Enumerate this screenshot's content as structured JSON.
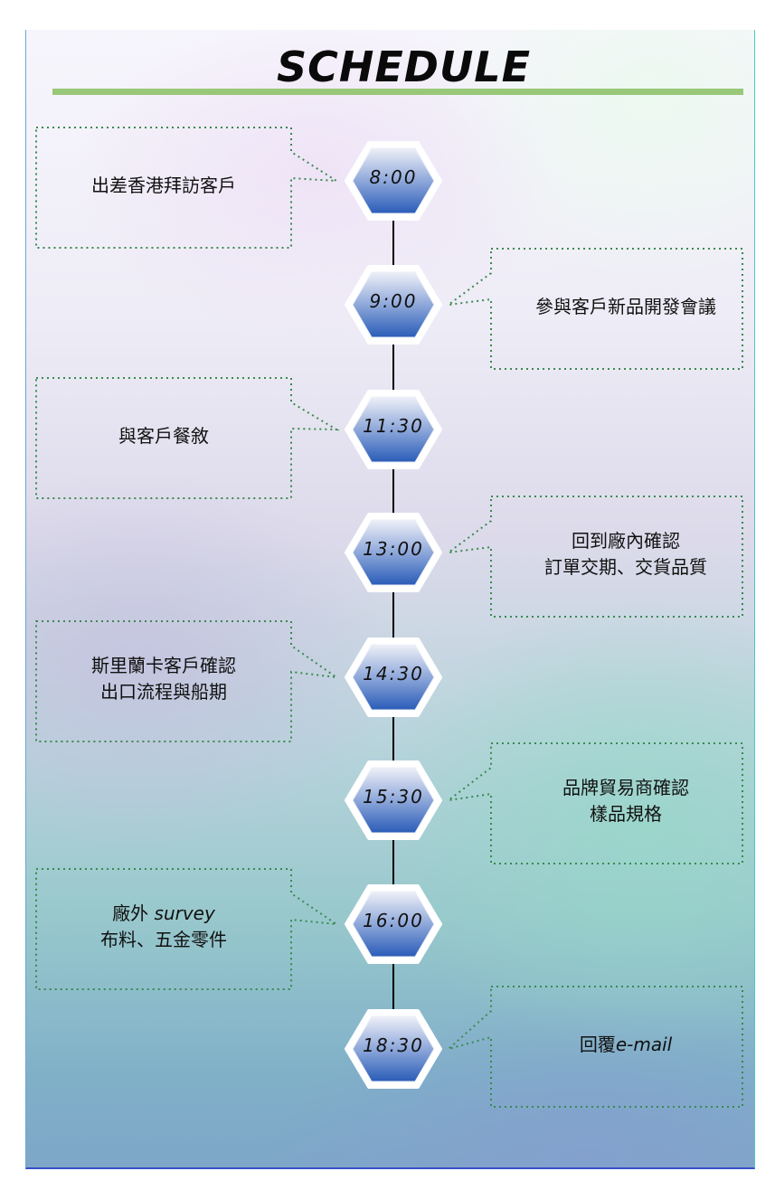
{
  "title": "SCHEDULE",
  "colors": {
    "accent_bar": "#98c878",
    "callout_border": "#3a8a50",
    "hex_top": "#eef0f8",
    "hex_mid": "#8ea8da",
    "hex_bottom": "#2a5cb8",
    "timeline": "#000000"
  },
  "events": [
    {
      "time": "8:00",
      "side": "left",
      "lines": [
        "出差香港拜訪客戶"
      ]
    },
    {
      "time": "9:00",
      "side": "right",
      "lines": [
        "參與客戶新品開發會議"
      ]
    },
    {
      "time": "11:30",
      "side": "left",
      "lines": [
        "與客戶餐敘"
      ]
    },
    {
      "time": "13:00",
      "side": "right",
      "lines": [
        "回到廠內確認",
        "訂單交期、交貨品質"
      ]
    },
    {
      "time": "14:30",
      "side": "left",
      "lines": [
        "斯里蘭卡客戶確認",
        "出口流程與船期"
      ]
    },
    {
      "time": "15:30",
      "side": "right",
      "lines": [
        "品牌貿易商確認",
        "樣品規格"
      ]
    },
    {
      "time": "16:00",
      "side": "left",
      "lines": [
        "廠外 survey",
        "布料、五金零件"
      ]
    },
    {
      "time": "18:30",
      "side": "right",
      "lines": [
        "回覆e-mail"
      ]
    }
  ]
}
